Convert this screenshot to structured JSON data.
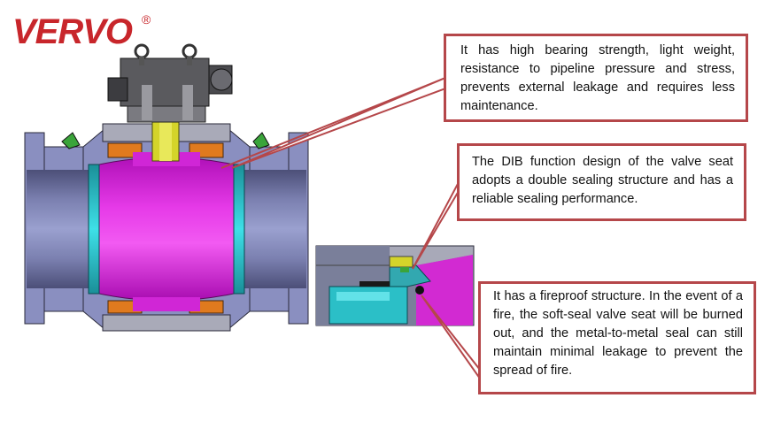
{
  "brand": {
    "name": "VERVO",
    "registered_mark": "®",
    "color": "#c8262b"
  },
  "callouts": [
    {
      "text": "It has high bearing strength, light weight, resistance to pipeline pressure and stress, prevents external leakage and requires less maintenance."
    },
    {
      "text": "The DIB function design of the valve seat adopts a double sealing structure and has a reliable sealing performance."
    },
    {
      "text": "It has a fireproof structure. In the event of a fire, the soft-seal valve seat will be burned out, and the metal-to-metal seal can still maintain minimal leakage to prevent the spread of fire."
    }
  ],
  "colors": {
    "callout_border": "#b5474a",
    "leader_line": "#b5474a",
    "valve_body": "#8a8fc0",
    "ball": "#e020e0",
    "seat_ring": "#26c8d0",
    "stem": "#d4d42a",
    "seat_insert": "#e07a1e",
    "lifting_lug": "#3aa43a"
  },
  "icons": [
    "registered-icon"
  ]
}
